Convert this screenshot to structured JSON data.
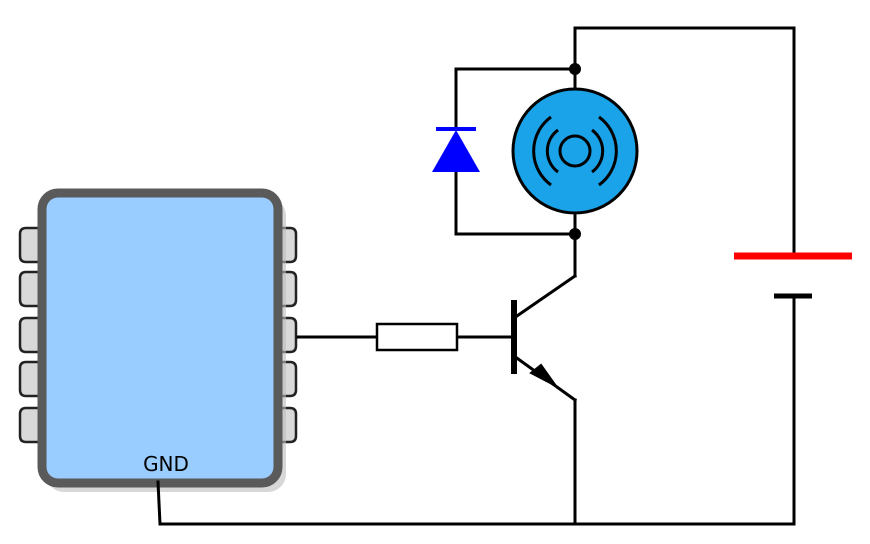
{
  "microcontroller": {
    "gnd_label": "GND",
    "fill_color": "#99ccff",
    "border_color": "#5a5a5a",
    "pins_per_side": 5
  },
  "colors": {
    "wire": "#000000",
    "diode": "#0000ff",
    "motor_fill": "#1aa3e8",
    "battery_positive": "#ff0000",
    "battery_negative": "#000000"
  },
  "components": {
    "resistor": "resistor",
    "transistor": "npn-transistor",
    "diode": "flyback-diode",
    "motor": "dc-motor",
    "battery": "battery"
  }
}
